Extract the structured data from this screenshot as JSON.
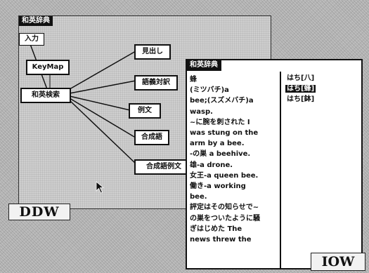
{
  "ddw": {
    "title": "和英辞典",
    "label": "DDW",
    "nodes": {
      "input": "入力",
      "keymap": "KeyMap",
      "search": "和英検索",
      "headword": "見出し",
      "translation": "語義対訳",
      "example": "例文",
      "compound": "合成語",
      "compound_example": "合成語例文"
    }
  },
  "iow": {
    "title": "和英辞典",
    "label": "IOW",
    "content_lines": [
      "蜂",
      "(ミツバチ)a",
      "bee;(スズメバチ)a",
      "wasp.",
      "~に腕を刺された I",
      "was stung on the",
      "arm by  a bee.",
      "-の巣 a beehive.",
      "雄-a drone.",
      "女王-a queen bee.",
      "働き-a working",
      "bee.",
      "評定はその知らせで~",
      "の巣をついたように騒",
      "ぎはじめた The",
      "news threw the"
    ],
    "candidates": [
      {
        "text": "はち[八]",
        "selected": false
      },
      {
        "text": "はち[蜂]",
        "selected": true
      },
      {
        "text": "はち[鉢]",
        "selected": false
      }
    ]
  }
}
